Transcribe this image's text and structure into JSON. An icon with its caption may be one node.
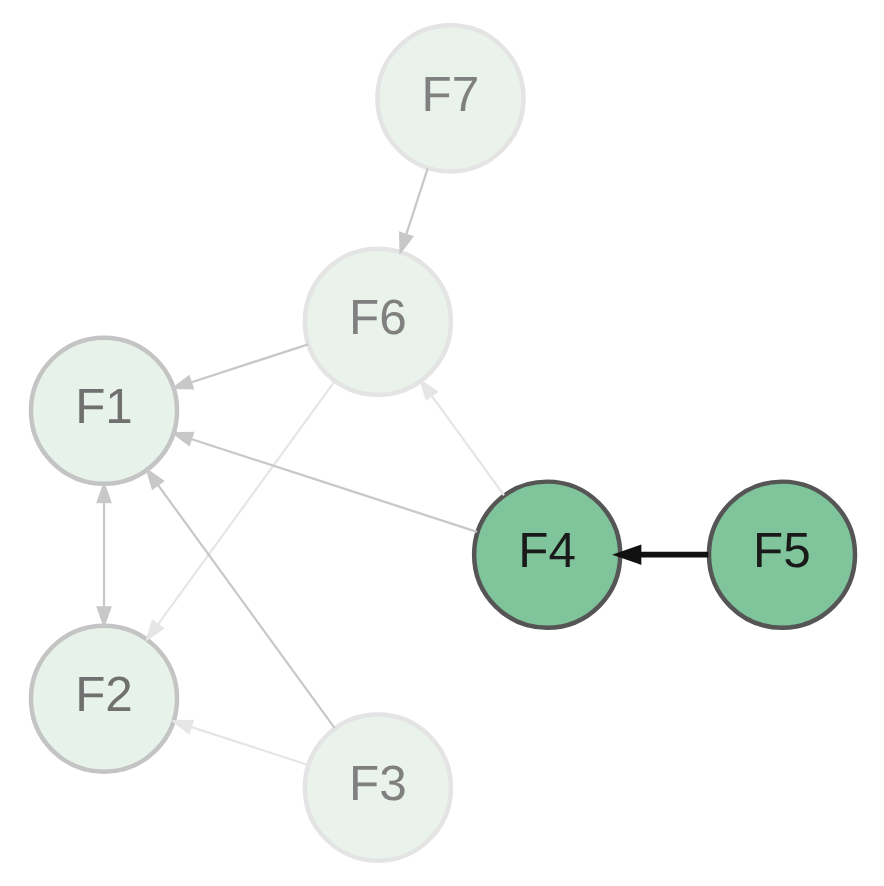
{
  "diagram": {
    "nodes": [
      {
        "text": [
          "F1"
        ]
      },
      {
        "text": [
          "F7"
        ]
      },
      {
        "text": [
          "F2"
        ]
      },
      {
        "text": [
          "F6"
        ]
      },
      {
        "text": [
          "F3"
        ]
      },
      {
        "text": [
          "F5"
        ]
      },
      {
        "text": [
          "F4"
        ]
      }
    ],
    "edges": [
      {
        "from": 0,
        "to": 2,
        "arrow": "both"
      },
      {
        "from": 1,
        "to": 3,
        "arrow": "to"
      },
      {
        "from": 3,
        "to": 0,
        "arrow": "to"
      },
      {
        "from": 3,
        "to": 2,
        "arrow": "to",
        "color": "#e6e6e6"
      },
      {
        "from": 4,
        "to": 0,
        "arrow": "to"
      },
      {
        "from": 4,
        "to": 2,
        "arrow": "to",
        "color": "#e6e6e6"
      },
      {
        "from": 6,
        "to": 0,
        "arrow": "to"
      },
      {
        "from": 6,
        "to": 3,
        "arrow": "to",
        "color": "#e6e6e6"
      },
      {
        "from": 5,
        "to": 6,
        "arrow": "to",
        "style": "thick",
        "color": "#111111"
      }
    ]
  }
}
